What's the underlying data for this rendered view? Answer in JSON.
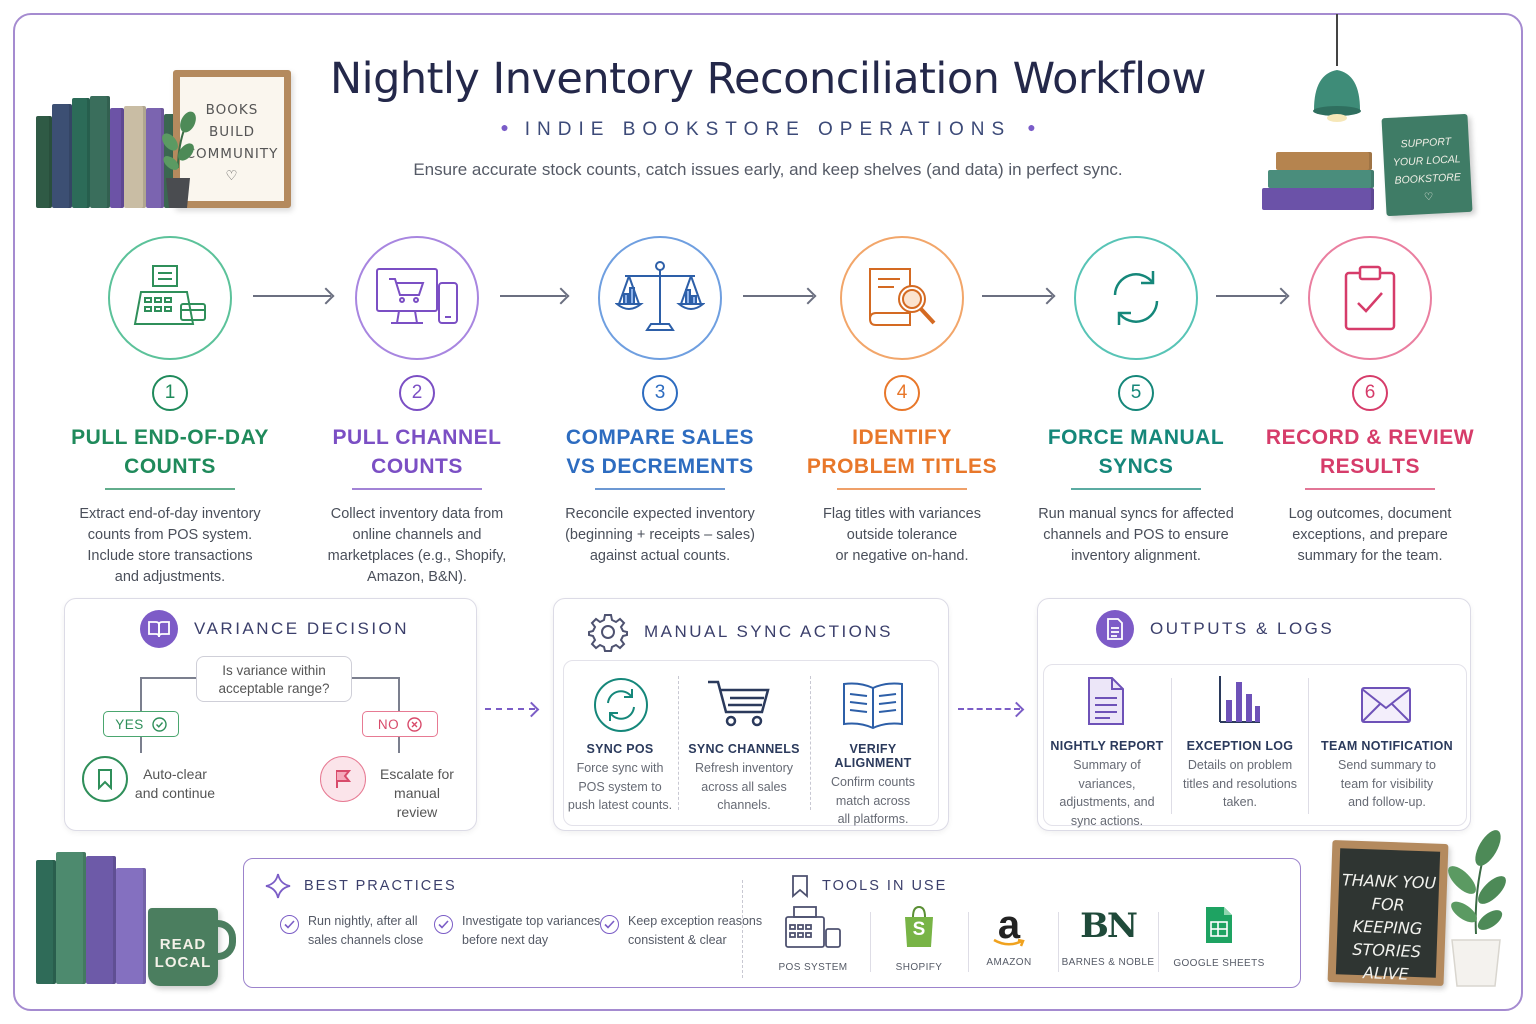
{
  "header": {
    "title": "Nightly Inventory Reconciliation Workflow",
    "subtitle": "INDIE BOOKSTORE OPERATIONS",
    "tagline": "Ensure accurate stock counts, catch issues early, and keep shelves (and data) in perfect sync."
  },
  "decor": {
    "left_sign": [
      "BOOKS",
      "BUILD",
      "COMMUNITY",
      "♡"
    ],
    "right_book": [
      "SUPPORT",
      "YOUR LOCAL",
      "BOOKSTORE",
      "♡"
    ],
    "mug_text": [
      "READ",
      "LOCAL"
    ],
    "chalkboard": [
      "THANK YOU",
      "FOR KEEPING",
      "STORIES",
      "ALIVE"
    ]
  },
  "steps": [
    {
      "num": "1",
      "title": [
        "PULL END-OF-DAY",
        "COUNTS"
      ],
      "color": "#1f8a5b",
      "ring": "#5cc29a",
      "desc": [
        "Extract end-of-day inventory",
        "counts from POS system.",
        "Include store transactions",
        "and adjustments."
      ]
    },
    {
      "num": "2",
      "title": [
        "PULL CHANNEL",
        "COUNTS"
      ],
      "color": "#7b4fc4",
      "ring": "#a886e0",
      "desc": [
        "Collect inventory data from",
        "online channels and",
        "marketplaces (e.g., Shopify,",
        "Amazon, B&N)."
      ]
    },
    {
      "num": "3",
      "title": [
        "COMPARE SALES",
        "VS DECREMENTS"
      ],
      "color": "#2d6cc0",
      "ring": "#6f9fe0",
      "desc": [
        "Reconcile expected inventory",
        "(beginning + receipts – sales)",
        "against actual counts."
      ]
    },
    {
      "num": "4",
      "title": [
        "IDENTIFY",
        "PROBLEM TITLES"
      ],
      "color": "#e8772a",
      "ring": "#f2a66a",
      "desc": [
        "Flag titles with variances",
        "outside tolerance",
        "or negative on-hand."
      ]
    },
    {
      "num": "5",
      "title": [
        "FORCE MANUAL",
        "SYNCS"
      ],
      "color": "#15877a",
      "ring": "#58c4b6",
      "desc": [
        "Run manual syncs for affected",
        "channels and POS to ensure",
        "inventory alignment."
      ]
    },
    {
      "num": "6",
      "title": [
        "RECORD & REVIEW",
        "RESULTS"
      ],
      "color": "#d63c6a",
      "ring": "#ea7fa0",
      "desc": [
        "Log outcomes, document",
        "exceptions, and prepare",
        "summary for the team."
      ]
    }
  ],
  "variance": {
    "title": "VARIANCE DECISION",
    "question": [
      "Is variance within",
      "acceptable range?"
    ],
    "yes": "YES",
    "no": "NO",
    "yes_outcome": [
      "Auto-clear",
      "and continue"
    ],
    "no_outcome": [
      "Escalate for",
      "manual review"
    ]
  },
  "manual_sync": {
    "title": "MANUAL SYNC ACTIONS",
    "items": [
      {
        "title": "SYNC POS",
        "desc": [
          "Force sync with",
          "POS system to",
          "push latest counts."
        ]
      },
      {
        "title": "SYNC CHANNELS",
        "desc": [
          "Refresh inventory",
          "across all sales",
          "channels."
        ]
      },
      {
        "title": "VERIFY ALIGNMENT",
        "desc": [
          "Confirm counts",
          "match across",
          "all platforms."
        ]
      }
    ]
  },
  "outputs": {
    "title": "OUTPUTS & LOGS",
    "items": [
      {
        "title": "NIGHTLY REPORT",
        "desc": [
          "Summary of variances,",
          "adjustments, and",
          "sync actions."
        ]
      },
      {
        "title": "EXCEPTION LOG",
        "desc": [
          "Details on problem",
          "titles and resolutions",
          "taken."
        ]
      },
      {
        "title": "TEAM NOTIFICATION",
        "desc": [
          "Send summary to",
          "team for visibility",
          "and follow-up."
        ]
      }
    ]
  },
  "best_practices": {
    "title": "BEST PRACTICES",
    "items": [
      [
        "Run nightly, after all",
        "sales channels close"
      ],
      [
        "Investigate top variances",
        "before next day"
      ],
      [
        "Keep exception reasons",
        "consistent & clear"
      ]
    ]
  },
  "tools": {
    "title": "TOOLS IN USE",
    "items": [
      {
        "label": "POS SYSTEM",
        "icon": "pos-terminal-icon"
      },
      {
        "label": "SHOPIFY",
        "icon": "shopify-bag-icon",
        "glyph": "S"
      },
      {
        "label": "AMAZON",
        "icon": "amazon-icon",
        "glyph": "a"
      },
      {
        "label": "BARNES & NOBLE",
        "icon": "barnes-noble-icon",
        "glyph": "BN"
      },
      {
        "label": "GOOGLE SHEETS",
        "icon": "google-sheets-icon"
      }
    ]
  },
  "colors": {
    "frame": "#a58bd0",
    "accent": "#7d5bc7",
    "green": "#2f8f5a",
    "red": "#d84b6b"
  }
}
